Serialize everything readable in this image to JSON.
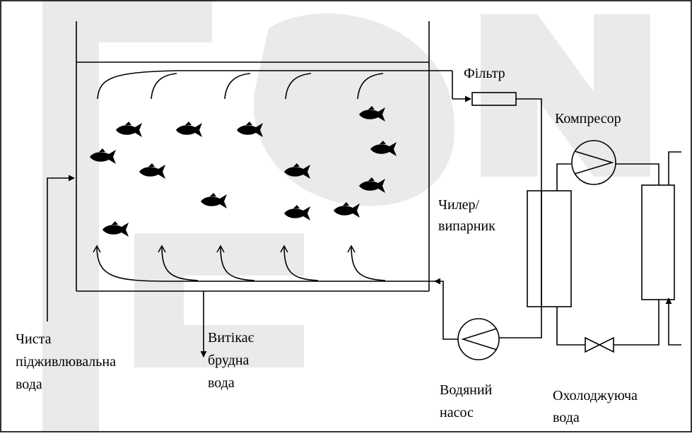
{
  "labels": {
    "filter": "Фільтр",
    "compressor": "Компресор",
    "chiller": [
      "Чилер/",
      "випарник"
    ],
    "clean_water": [
      "Чиста",
      "підживлювальна",
      "вода"
    ],
    "dirty_water": [
      "Витікає",
      "брудна",
      "вода"
    ],
    "pump": [
      "Водяний",
      "насос"
    ],
    "cooling_water": [
      "Охолоджуюча",
      "вода"
    ]
  },
  "tank": {
    "fish_count": 13
  },
  "colors": {
    "line": "#000000",
    "watermark": "#d9d9d9",
    "background": "#ffffff"
  }
}
